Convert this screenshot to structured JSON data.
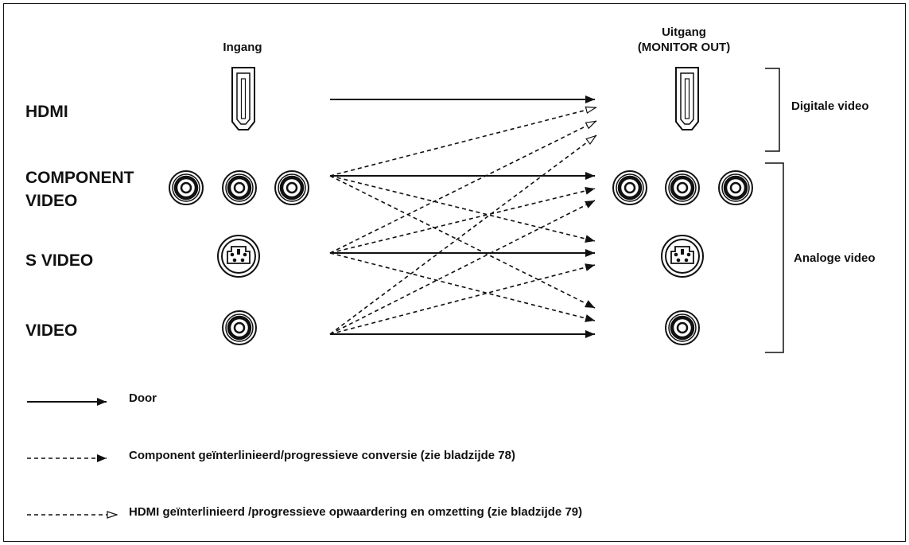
{
  "headers": {
    "input": "Ingang",
    "output_line1": "Uitgang",
    "output_line2": "(MONITOR OUT)"
  },
  "rows": {
    "hdmi": "HDMI",
    "component_line1": "COMPONENT",
    "component_line2": "VIDEO",
    "svideo": "S VIDEO",
    "video": "VIDEO"
  },
  "groups": {
    "digital": "Digitale video",
    "analog": "Analoge video"
  },
  "legend": {
    "through": "Door",
    "component_conversion": "Component geïnterlinieerd/progressieve conversie (zie bladzijde 78)",
    "hdmi_upscaling": "HDMI geïnterlinieerd /progressieve opwaardering en omzetting (zie bladzijde 79)"
  },
  "connections": [
    {
      "from": "HDMI",
      "to": "HDMI",
      "type": "through"
    },
    {
      "from": "COMPONENT VIDEO",
      "to": "COMPONENT VIDEO",
      "type": "through"
    },
    {
      "from": "S VIDEO",
      "to": "S VIDEO",
      "type": "through"
    },
    {
      "from": "VIDEO",
      "to": "VIDEO",
      "type": "through"
    },
    {
      "from": "COMPONENT VIDEO",
      "to": "HDMI",
      "type": "hdmi_upscaling"
    },
    {
      "from": "S VIDEO",
      "to": "HDMI",
      "type": "hdmi_upscaling"
    },
    {
      "from": "VIDEO",
      "to": "HDMI",
      "type": "hdmi_upscaling"
    },
    {
      "from": "COMPONENT VIDEO",
      "to": "S VIDEO",
      "type": "component_conversion"
    },
    {
      "from": "COMPONENT VIDEO",
      "to": "VIDEO",
      "type": "component_conversion"
    },
    {
      "from": "S VIDEO",
      "to": "COMPONENT VIDEO",
      "type": "component_conversion"
    },
    {
      "from": "S VIDEO",
      "to": "VIDEO",
      "type": "component_conversion"
    },
    {
      "from": "VIDEO",
      "to": "COMPONENT VIDEO",
      "type": "component_conversion"
    },
    {
      "from": "VIDEO",
      "to": "S VIDEO",
      "type": "component_conversion"
    }
  ]
}
